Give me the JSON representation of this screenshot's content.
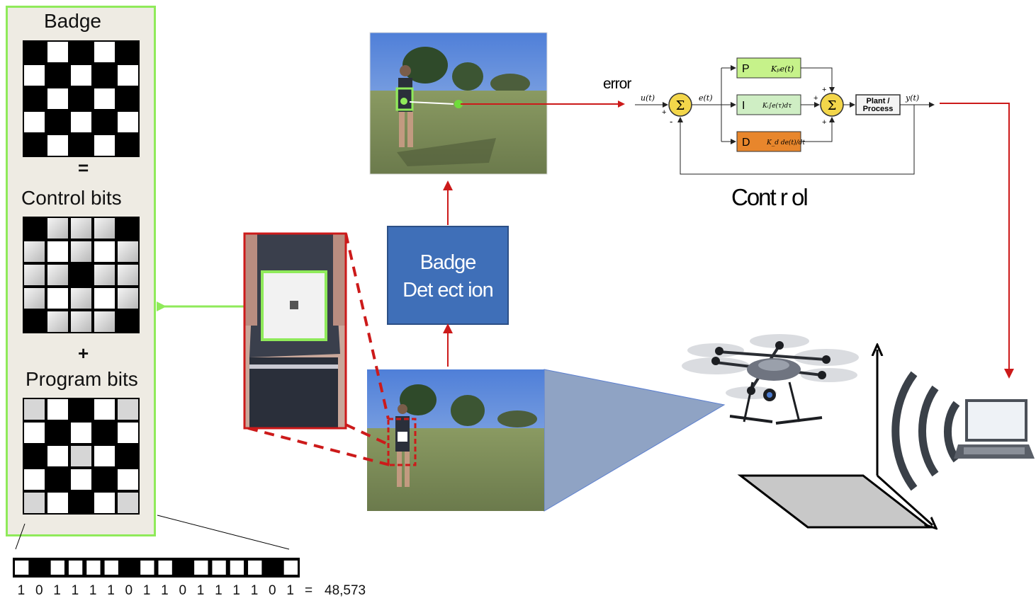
{
  "left_panel": {
    "badge_label": "Badge",
    "equals": "=",
    "control_label": "Control bits",
    "plus": "+",
    "program_label": "Program bits",
    "badge_grid": [
      [
        1,
        0,
        1,
        0,
        1
      ],
      [
        0,
        1,
        0,
        1,
        0
      ],
      [
        1,
        0,
        1,
        0,
        1
      ],
      [
        0,
        1,
        0,
        1,
        0
      ],
      [
        1,
        0,
        1,
        0,
        1
      ]
    ],
    "control_grid": [
      [
        2,
        3,
        3,
        3,
        2
      ],
      [
        3,
        0,
        3,
        0,
        3
      ],
      [
        3,
        3,
        2,
        3,
        3
      ],
      [
        3,
        0,
        3,
        0,
        3
      ],
      [
        2,
        3,
        3,
        3,
        2
      ]
    ],
    "program_grid": [
      [
        4,
        0,
        2,
        0,
        4
      ],
      [
        0,
        1,
        0,
        1,
        0
      ],
      [
        2,
        0,
        4,
        0,
        2
      ],
      [
        0,
        1,
        0,
        1,
        0
      ],
      [
        4,
        0,
        2,
        0,
        4
      ]
    ]
  },
  "bits": {
    "cells": [
      1,
      0,
      1,
      1,
      1,
      1,
      0,
      1,
      1,
      0,
      1,
      1,
      1,
      1,
      0,
      1
    ],
    "digits": [
      "1",
      "0",
      "1",
      "1",
      "1",
      "1",
      "0",
      "1",
      "1",
      "0",
      "1",
      "1",
      "1",
      "1",
      "0",
      "1"
    ],
    "equals": "=",
    "value": "48,573"
  },
  "detection": {
    "label_line1": "Badge",
    "label_line2": "Det ect ion"
  },
  "control": {
    "error_label": "error",
    "control_label": "Cont r ol",
    "input_label": "u(t)",
    "error_signal": "e(t)",
    "output_label": "y(t)",
    "sum_symbol": "Σ",
    "p_block": {
      "letter": "P",
      "formula": "Kₚe(t)"
    },
    "i_block": {
      "letter": "I",
      "formula": "Kᵢ∫e(τ)dτ"
    },
    "d_block": {
      "letter": "D",
      "formula": "K_d de(t)/dt"
    },
    "plant_line1": "Plant /",
    "plant_line2": "Process",
    "plus": "+",
    "minus": "-"
  },
  "colors": {
    "green": "#8fea5a",
    "red": "#cc1a1a",
    "blue_box": "#3f6fb8",
    "p_block": "#c6f28a",
    "i_block": "#cfeec4",
    "d_block": "#e8862c",
    "sum": "#f3d64a"
  }
}
